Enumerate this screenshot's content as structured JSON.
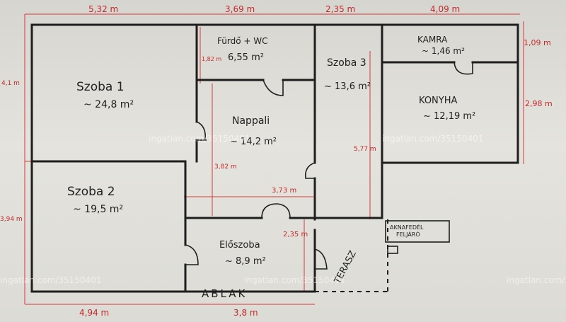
{
  "rooms": {
    "szoba1": {
      "name": "Szoba 1",
      "area": "~ 24,8 m²"
    },
    "szoba2": {
      "name": "Szoba 2",
      "area": "~ 19,5 m²"
    },
    "szoba3": {
      "name": "Szoba 3",
      "area": "~ 13,6 m²"
    },
    "furdo": {
      "name": "Fürdő + WC",
      "area": "6,55 m²"
    },
    "nappali": {
      "name": "Nappali",
      "area": "~ 14,2 m²"
    },
    "eloszoba": {
      "name": "Előszoba",
      "area": "~ 8,9 m²"
    },
    "kamra": {
      "name": "KAMRA",
      "area": "~ 1,46 m²"
    },
    "konyha": {
      "name": "KONYHA",
      "area": "~ 12,19 m²"
    }
  },
  "labels": {
    "terasz": "TERASZ",
    "ablak": "ABLAK",
    "akna": "AKNAFEDÉL",
    "akna2": "FELJÁRÓ"
  },
  "dimensions": {
    "top1": "5,32 m",
    "top2": "3,69 m",
    "top3": "2,35 m",
    "top4": "4,09 m",
    "left1": "4,1 m",
    "left2": "3,94 m",
    "bottom1": "4,94 m",
    "bottom2": "3,8 m",
    "right1": "1,09 m",
    "right2": "2,98 m",
    "furdo_h": "1,82 m",
    "nappali_h": "3,82 m",
    "nappali_w": "3,73 m",
    "szoba3_h": "5,77 m",
    "eloszoba_h": "2,35 m"
  },
  "watermark": "ingatlan.com/35150401"
}
